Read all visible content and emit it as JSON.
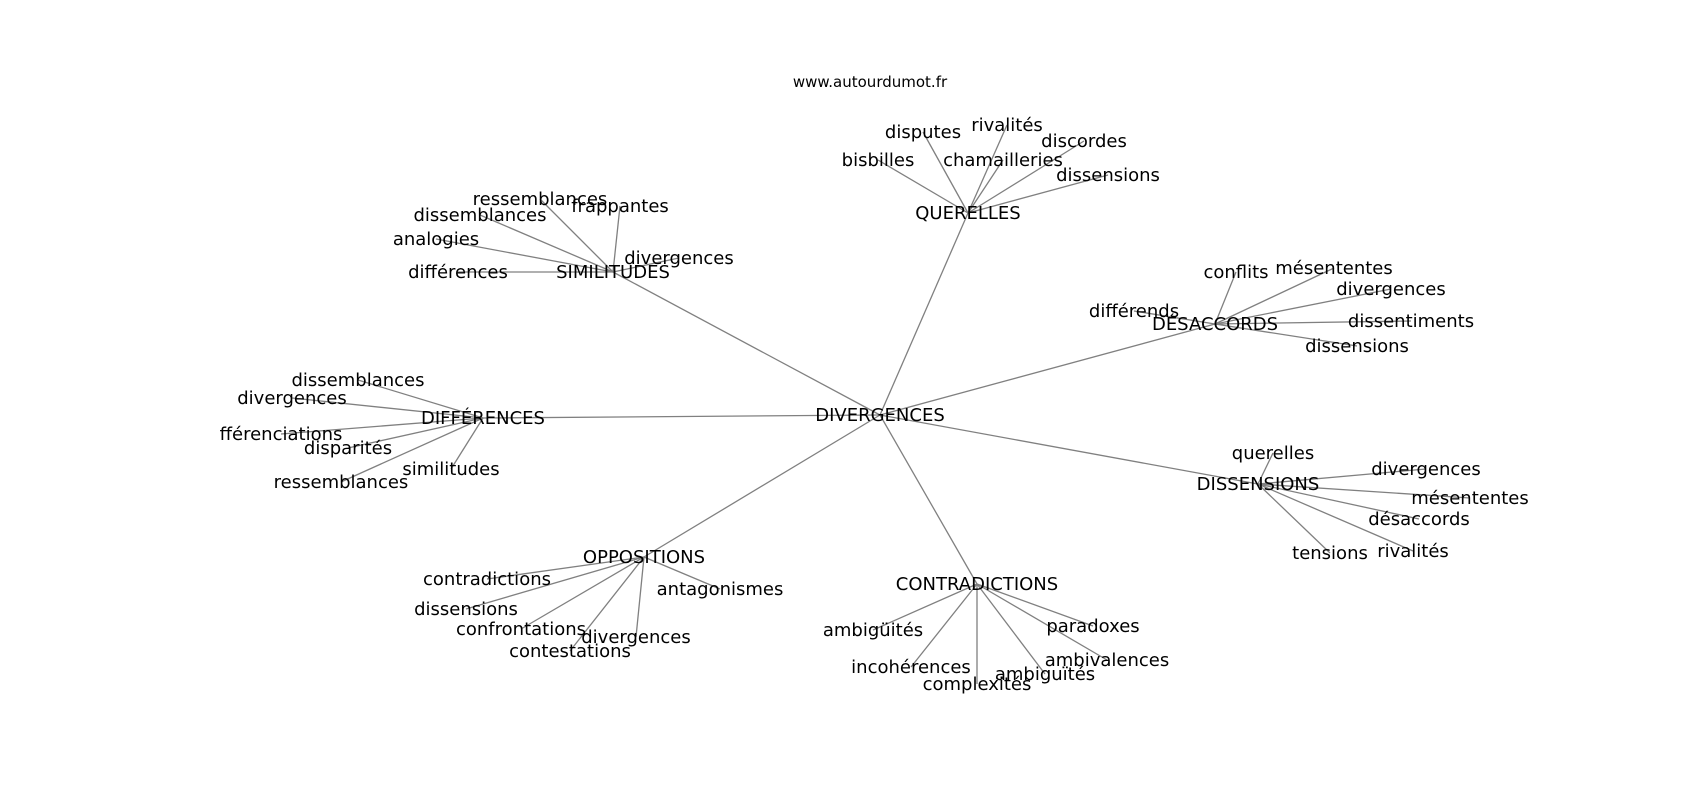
{
  "header": {
    "site": "www.autourdumot.fr"
  },
  "colors": {
    "edge": "#808080",
    "text": "#000000",
    "background": "#ffffff"
  },
  "graph": {
    "center": "DIVERGENCES",
    "clusters": [
      {
        "hub": "QUERELLES",
        "leaves": [
          "disputes",
          "rivalités",
          "discordes",
          "bisbilles",
          "chamailleries",
          "dissensions"
        ]
      },
      {
        "hub": "SIMILITUDES",
        "leaves": [
          "ressemblances",
          "frappantes",
          "dissemblances",
          "analogies",
          "divergences",
          "différences"
        ]
      },
      {
        "hub": "DÉSACCORDS",
        "leaves": [
          "conflits",
          "mésententes",
          "divergences",
          "différends",
          "dissentiments",
          "dissensions"
        ]
      },
      {
        "hub": "DIFFÉRENCES",
        "leaves": [
          "dissemblances",
          "divergences",
          "fférenciations",
          "disparités",
          "similitudes",
          "ressemblances"
        ]
      },
      {
        "hub": "DISSENSIONS",
        "leaves": [
          "querelles",
          "divergences",
          "mésententes",
          "désaccords",
          "tensions",
          "rivalités"
        ]
      },
      {
        "hub": "OPPOSITIONS",
        "leaves": [
          "contradictions",
          "antagonismes",
          "dissensions",
          "confrontations",
          "divergences",
          "contestations"
        ]
      },
      {
        "hub": "CONTRADICTIONS",
        "leaves": [
          "ambigüités",
          "paradoxes",
          "ambivalences",
          "incohérences",
          "ambiguïtés",
          "complexités"
        ]
      }
    ]
  }
}
